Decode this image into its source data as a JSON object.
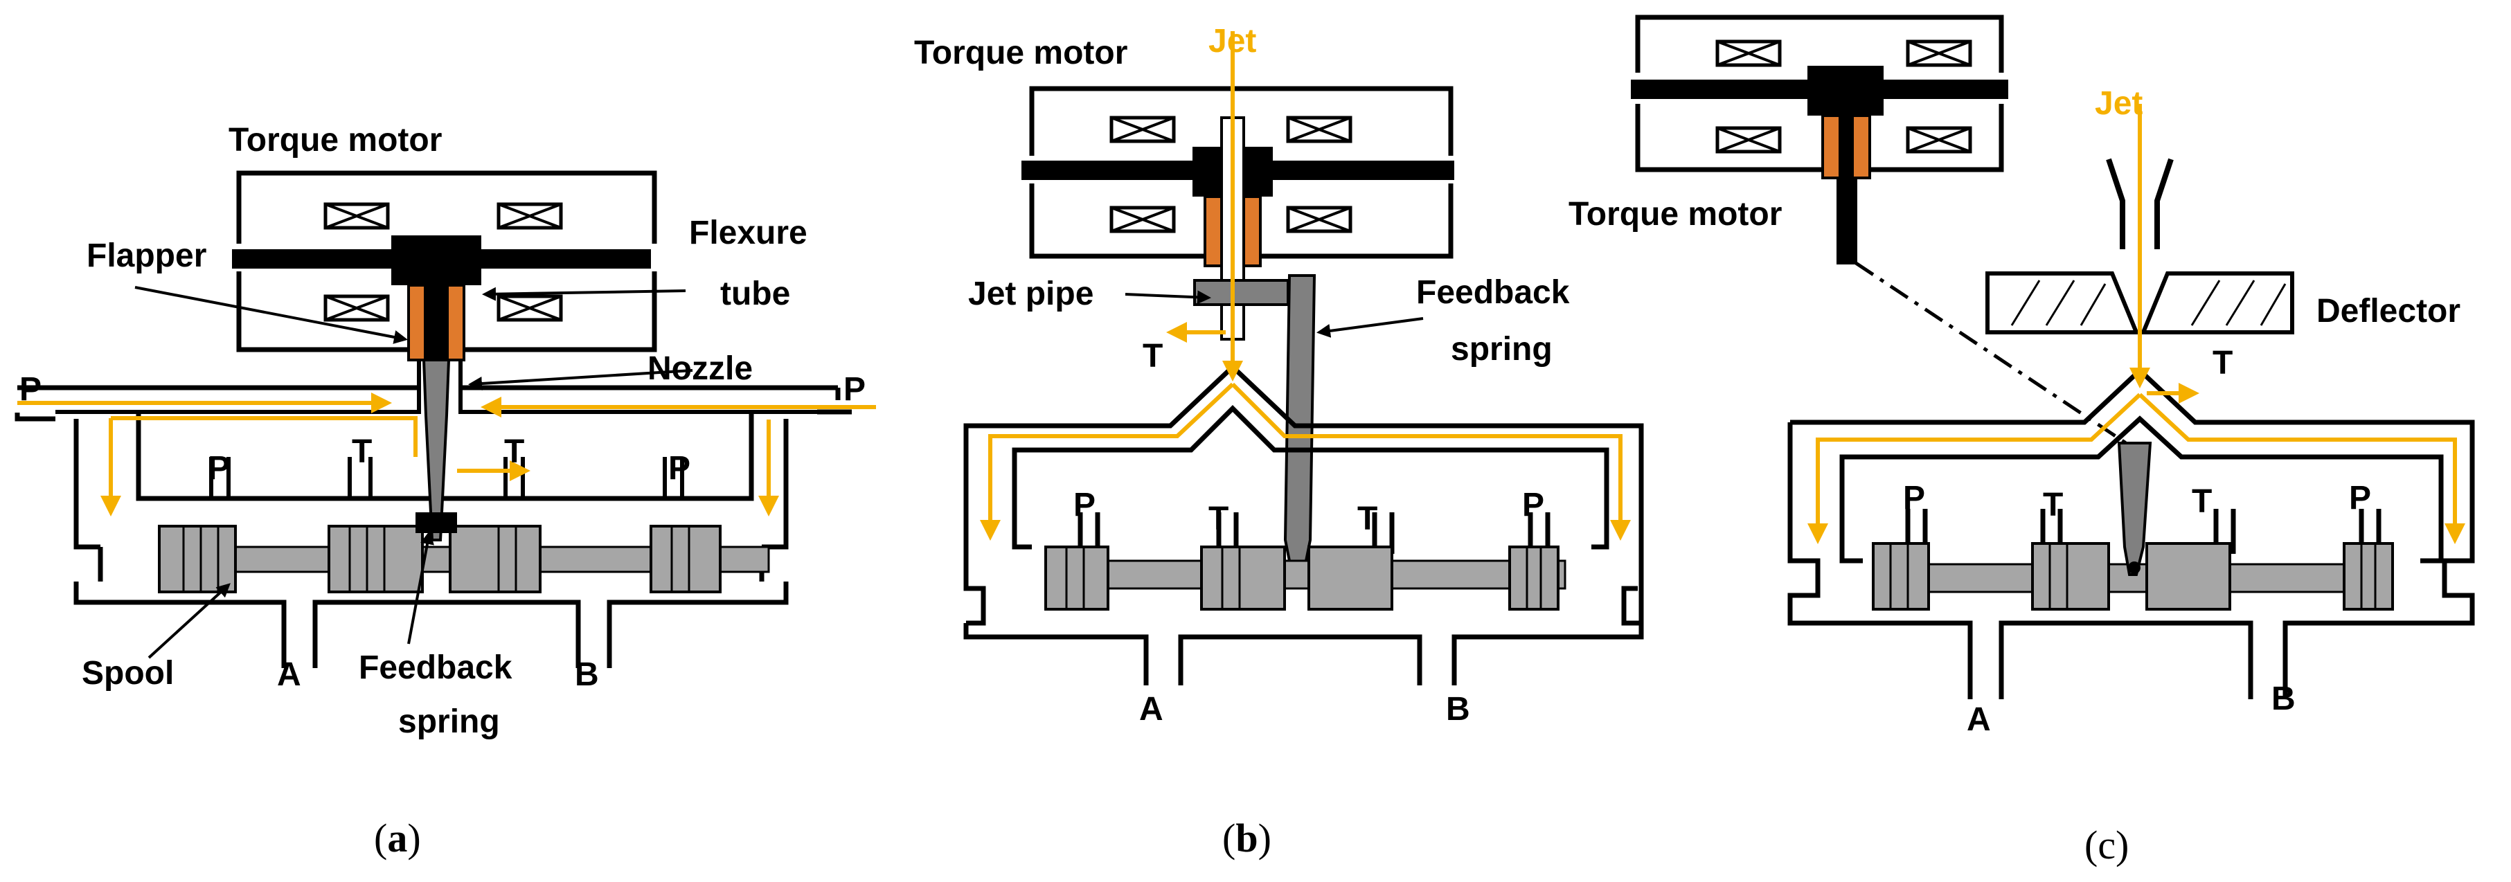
{
  "colors": {
    "flow": "#f5b000",
    "spool": "#a6a6a6",
    "coil": "#e07a2c",
    "body": "#000000",
    "shade": "#808080"
  },
  "panel_a": {
    "torque_motor": "Torque motor",
    "flapper": "Flapper",
    "flexure_tube_1": "Flexure",
    "flexure_tube_2": "tube",
    "nozzle": "Nozzle",
    "p_left": "P",
    "p_right": "P",
    "p_port_left": "P",
    "t_port_left": "T",
    "t_port_right": "T",
    "p_port_right": "P",
    "spool": "Spool",
    "port_a": "A",
    "port_b": "B",
    "feedback_1": "Feedback",
    "feedback_2": "spring",
    "caption_open": "(",
    "caption_letter": "a",
    "caption_close": ")"
  },
  "panel_b": {
    "torque_motor": "Torque motor",
    "jet": "Jet",
    "jet_pipe": "Jet pipe",
    "feedback_1": "Feedback",
    "feedback_2": "spring",
    "t_return": "T",
    "p_port_left": "P",
    "t_port_left": "T",
    "t_port_right": "T",
    "p_port_right": "P",
    "port_a": "A",
    "port_b": "B",
    "caption_open": "(",
    "caption_letter": "b",
    "caption_close": ")"
  },
  "panel_c": {
    "torque_motor": "Torque motor",
    "jet": "Jet",
    "deflector": "Deflector",
    "t_return": "T",
    "p_port_left": "P",
    "t_port_left": "T",
    "t_port_right": "T",
    "p_port_right": "P",
    "port_a": "A",
    "port_b": "B",
    "caption": "(c)"
  }
}
